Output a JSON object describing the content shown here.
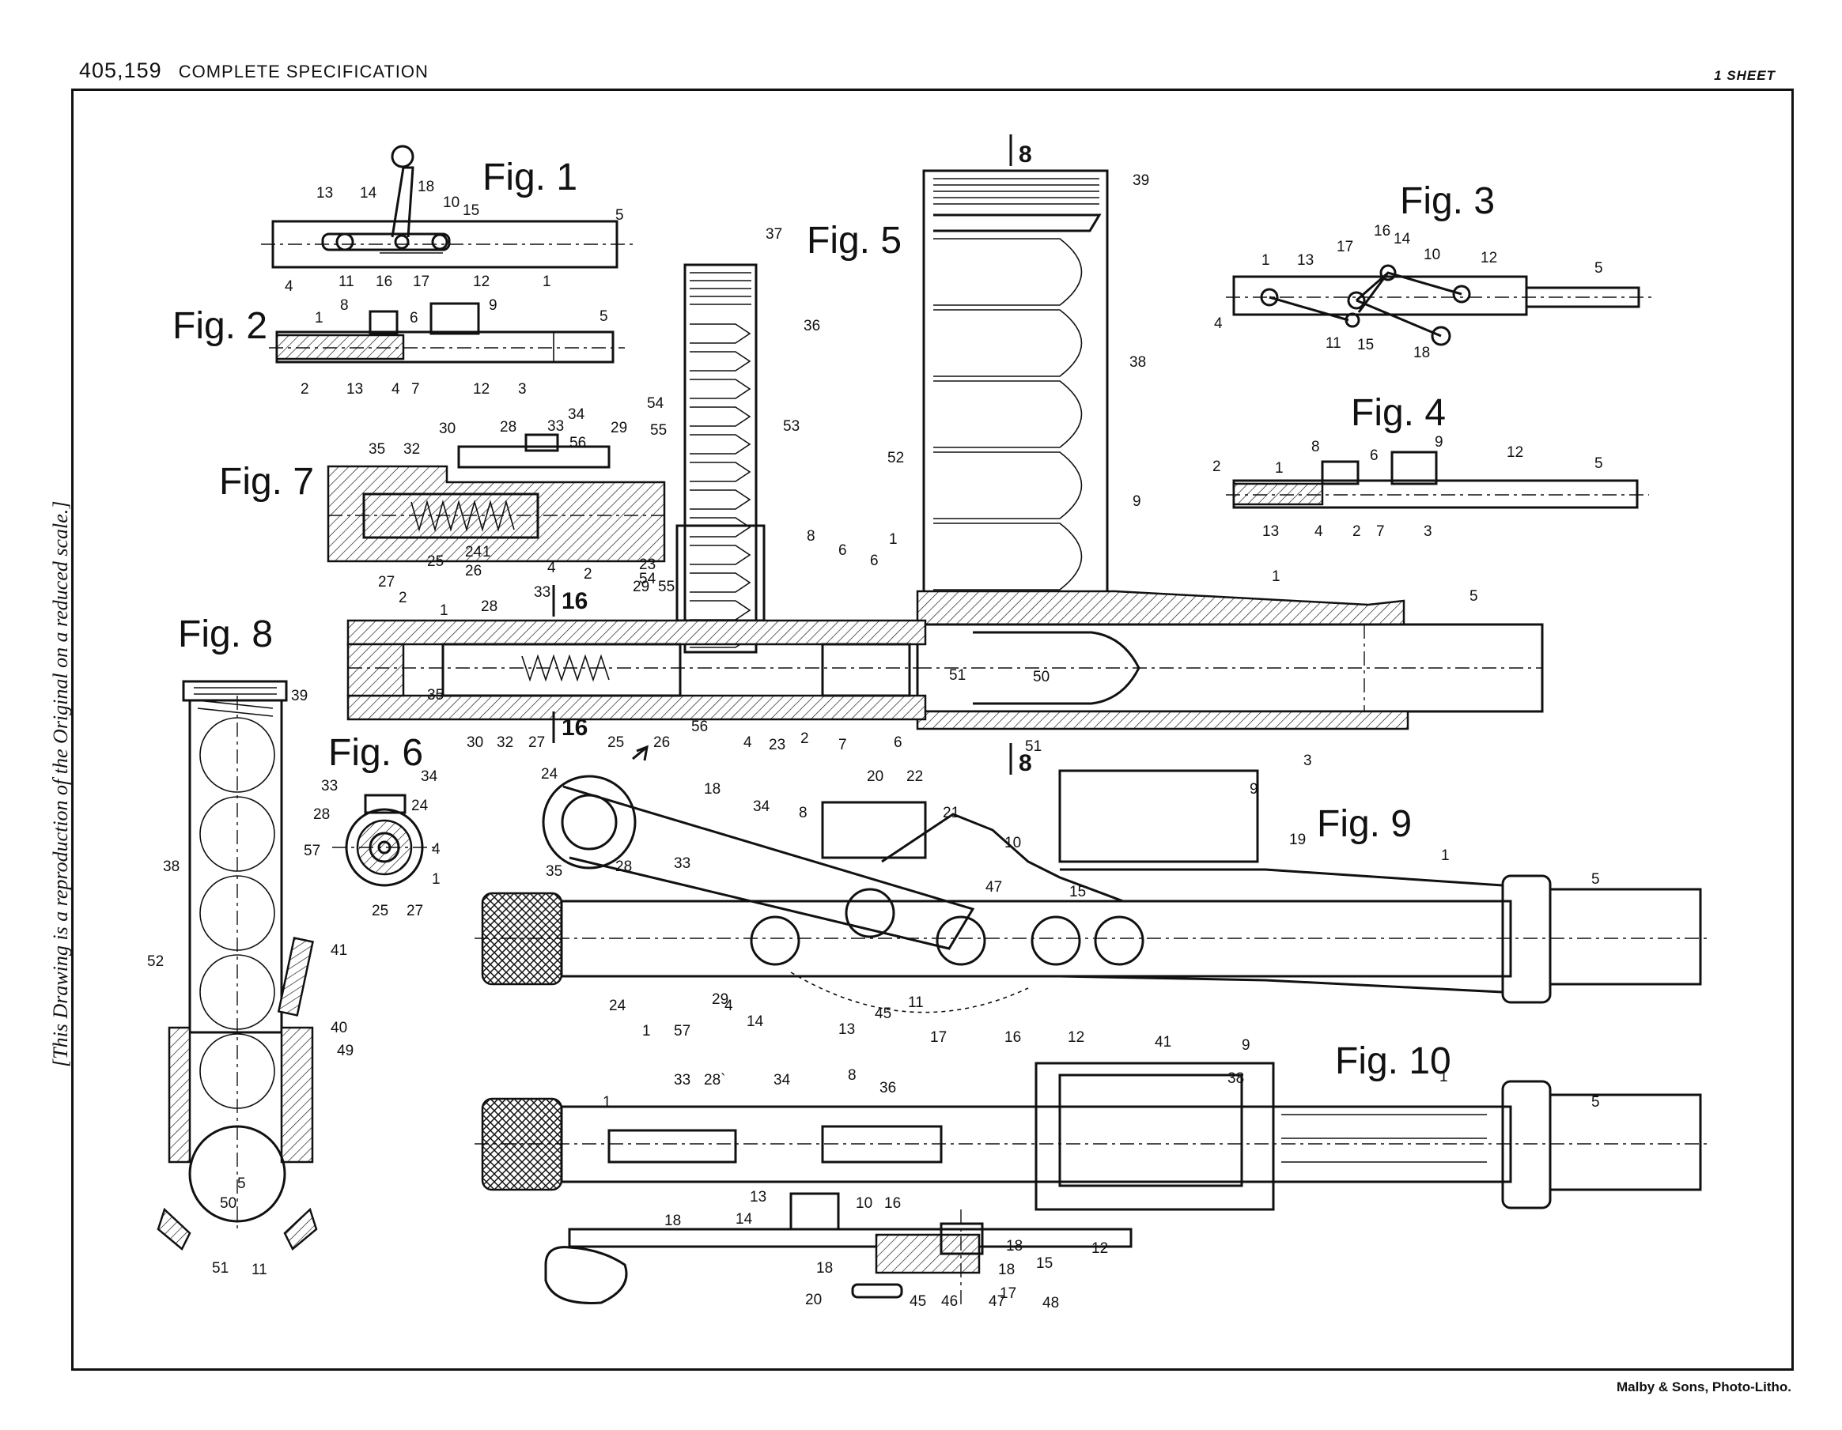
{
  "header": {
    "number": "405,159",
    "title": "COMPLETE SPECIFICATION",
    "sheets": "1 SHEET"
  },
  "margin_note": "[This Drawing is a reproduction of the Original on a reduced scale.]",
  "footer": "Malby & Sons, Photo-Litho.",
  "figures": {
    "fig1": "Fig. 1",
    "fig2": "Fig. 2",
    "fig3": "Fig. 3",
    "fig4": "Fig. 4",
    "fig5": "Fig. 5",
    "fig6": "Fig. 6",
    "fig7": "Fig. 7",
    "fig8": "Fig. 8",
    "fig9": "Fig. 9",
    "fig10": "Fig. 10"
  },
  "section_marks": {
    "eight": "8",
    "sixteen": "16"
  }
}
